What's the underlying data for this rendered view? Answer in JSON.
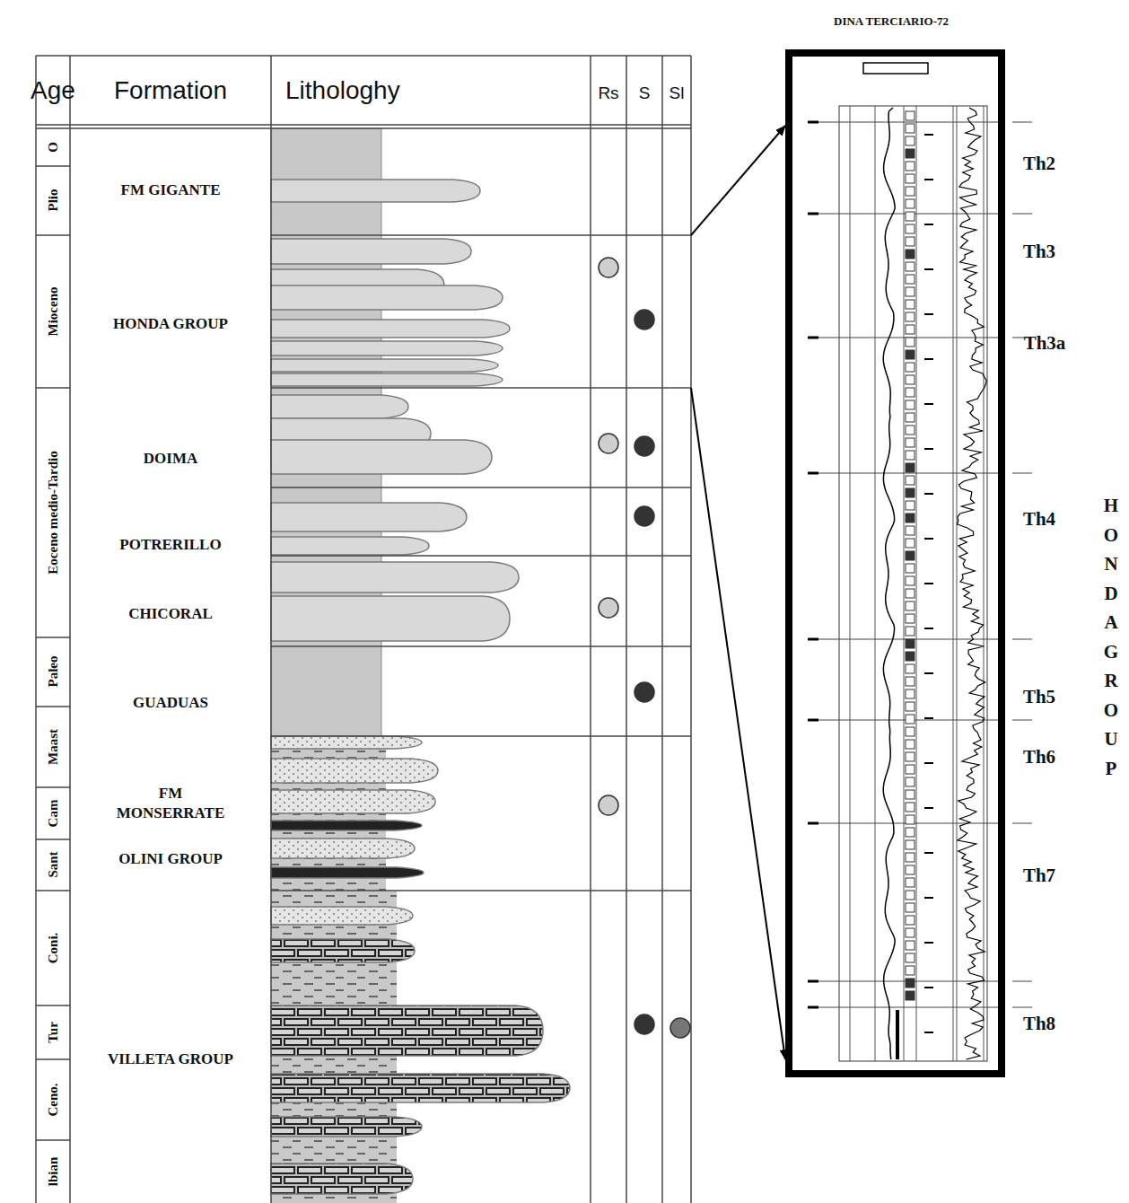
{
  "diagram": {
    "nodes": [
      {
        "text": [
          "FM GIGANTE"
        ]
      },
      {
        "text": [
          "HONDA GROUP"
        ]
      },
      {
        "text": [
          "DOIMA"
        ]
      },
      {
        "text": [
          "POTRERILLO"
        ]
      },
      {
        "text": [
          "CHICORAL"
        ]
      },
      {
        "text": [
          "GUADUAS"
        ]
      },
      {
        "text": [
          "FM MONSERRATE",
          "OLINI GROUP"
        ]
      },
      {
        "text": [
          "VILLETA GROUP"
        ]
      },
      {
        "text": [
          "DINA TERCIARIO-72"
        ]
      }
    ],
    "edges": [
      {
        "from": 1,
        "to": 8,
        "arrow": "to"
      },
      {
        "from": 1,
        "to": 8,
        "arrow": "to"
      }
    ],
    "labels": [
      "Age",
      "Formation",
      "Lithologhy",
      "Rs",
      "S",
      "Sl",
      "O",
      "Plio",
      "Mioceno",
      "Eoceno medio-Tardio",
      "Paleo",
      "Maast",
      "Cam",
      "Sant",
      "Coni.",
      "Tur",
      "Ceno.",
      "lbian",
      "Th2",
      "Th3",
      "Th3a",
      "Th4",
      "Th5",
      "Th6",
      "Th7",
      "Th8",
      "HONDA GROUP"
    ]
  }
}
